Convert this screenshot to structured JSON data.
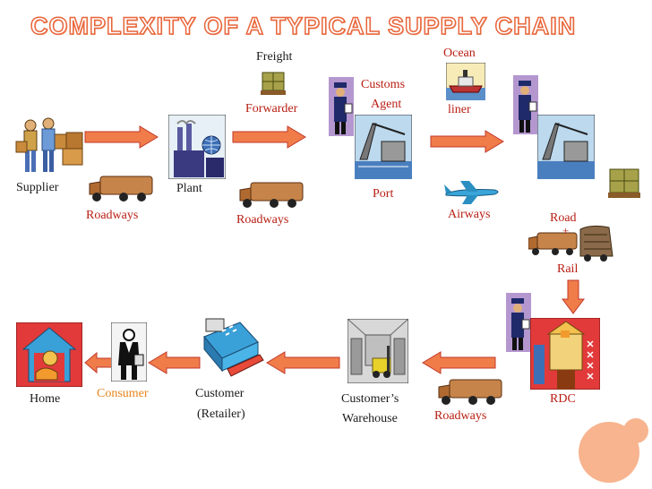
{
  "title": "COMPLEXITY OF A TYPICAL SUPPLY CHAIN",
  "labels": {
    "supplier": "Supplier",
    "plant": "Plant",
    "port": "Port",
    "freight": "Freight",
    "forwarder": "Forwarder",
    "customs": "Customs",
    "agent": "Agent",
    "ocean": "Ocean",
    "liner": "liner",
    "roadways1": "Roadways",
    "roadways2": "Roadways",
    "roadways3": "Roadways",
    "airways": "Airways",
    "road": "Road",
    "plus": "+",
    "rail": "Rail",
    "rdc": "RDC",
    "warehouse1": "Customer’s",
    "warehouse2": "Warehouse",
    "customer1": "Customer",
    "customer2": "(Retailer)",
    "consumer": "Consumer",
    "home": "Home"
  },
  "colors": {
    "title_outline": "#e8663b",
    "arrow_fill": "#f07c4a",
    "arrow_outline": "#c0392b",
    "red_text": "#b81d12",
    "orange_text": "#e8831a",
    "deco_circles": "#f7b48f"
  }
}
